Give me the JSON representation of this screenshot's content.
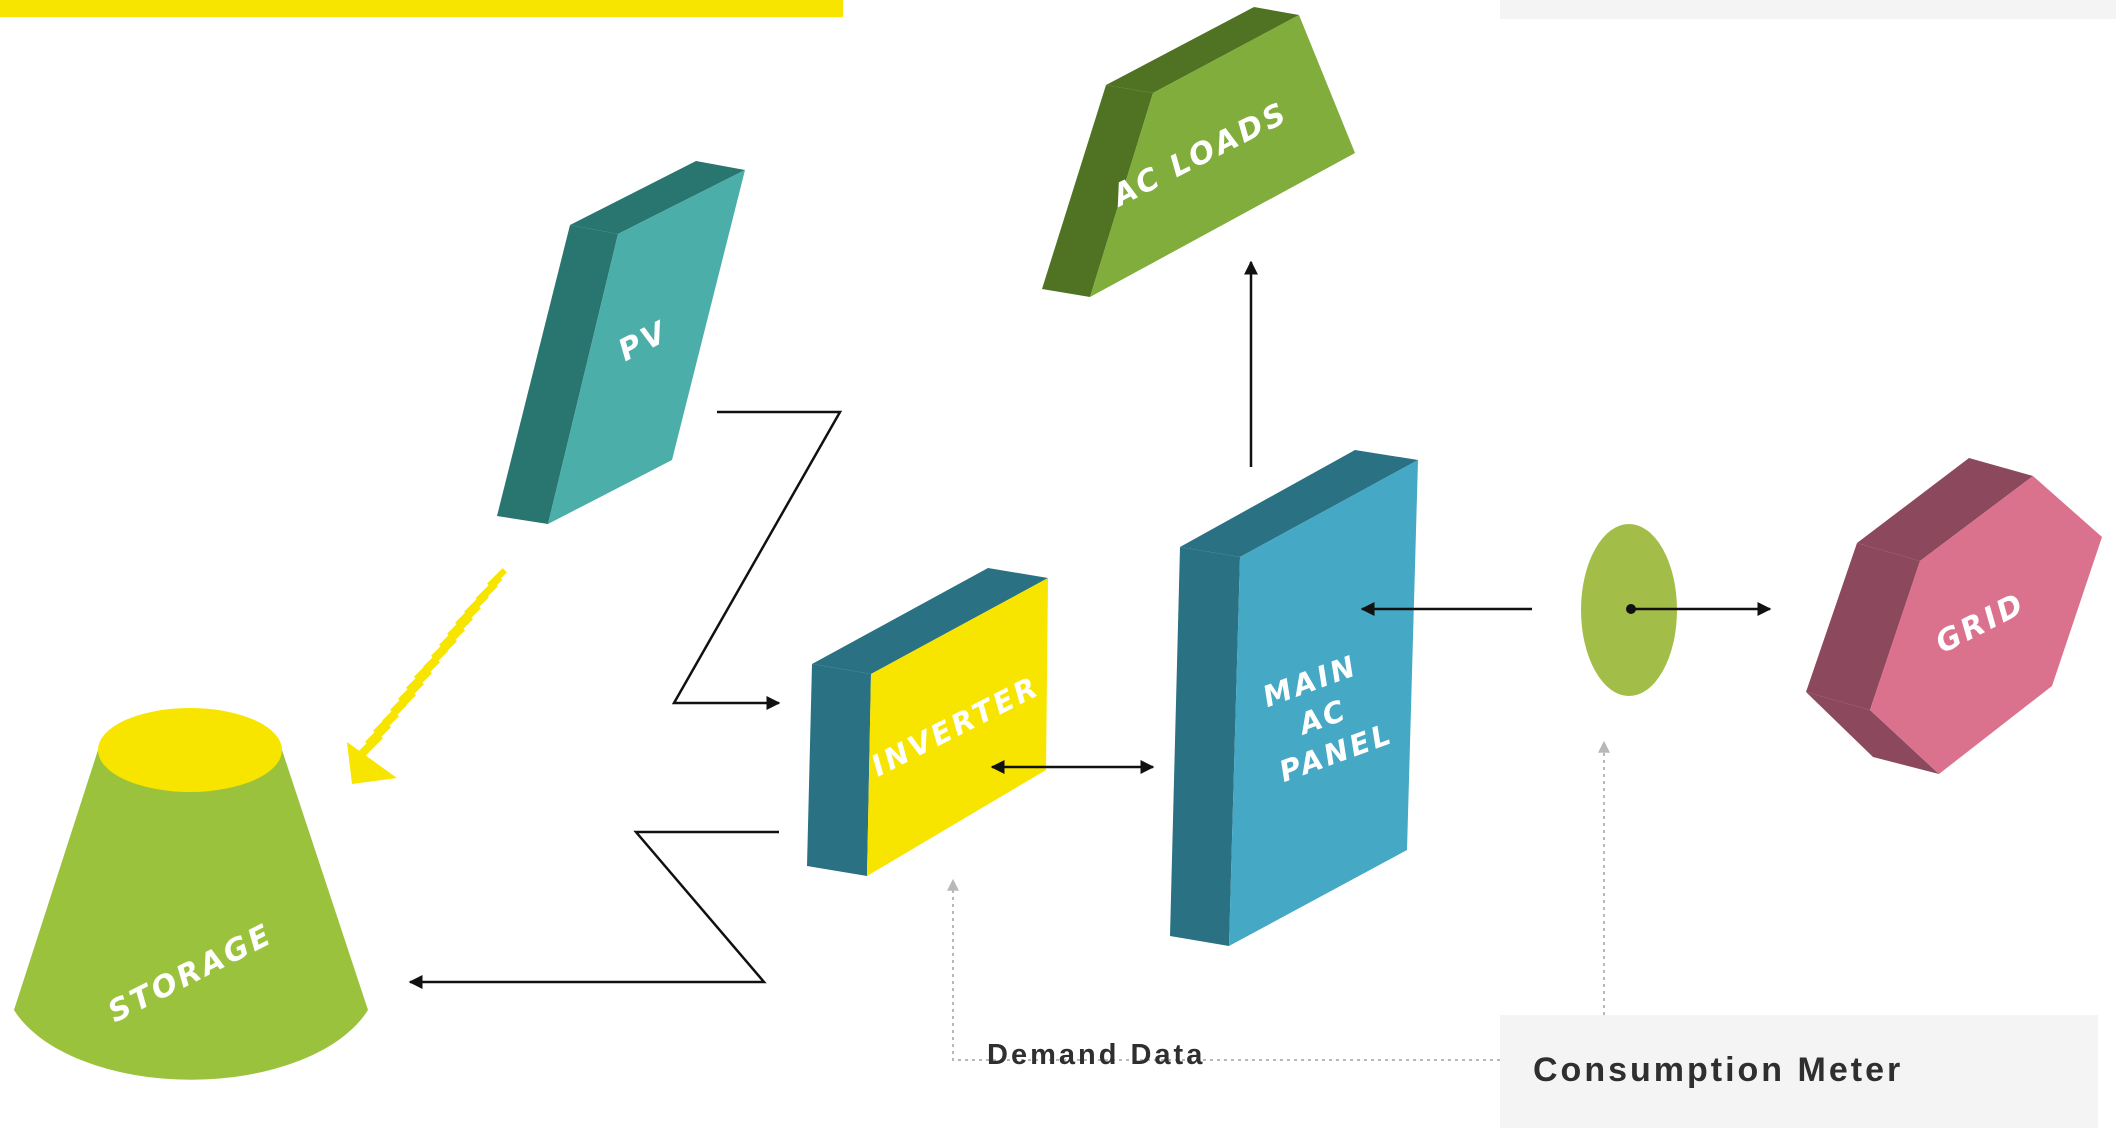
{
  "blocks": {
    "pv": "PV",
    "ac_loads": "AC LOADS",
    "inverter": "INVERTER",
    "main_ac_panel": [
      "MAIN",
      "AC",
      "PANEL"
    ],
    "grid": "GRID",
    "storage": "STORAGE"
  },
  "labels": {
    "demand_data": "Demand Data",
    "consumption_meter": "Consumption Meter"
  },
  "colors": {
    "yellow": "#f7e500",
    "teal_front": "#4caea8",
    "teal_side": "#29756f",
    "green_front": "#80ad3b",
    "green_side": "#4f7322",
    "blue_front": "#45a8c4",
    "blue_side": "#2a7183",
    "pink_front": "#db728d",
    "pink_side": "#8c485c",
    "storage_green": "#9bc23c",
    "meter_green": "#a3be48",
    "panel_gray": "#f3f4f3"
  }
}
